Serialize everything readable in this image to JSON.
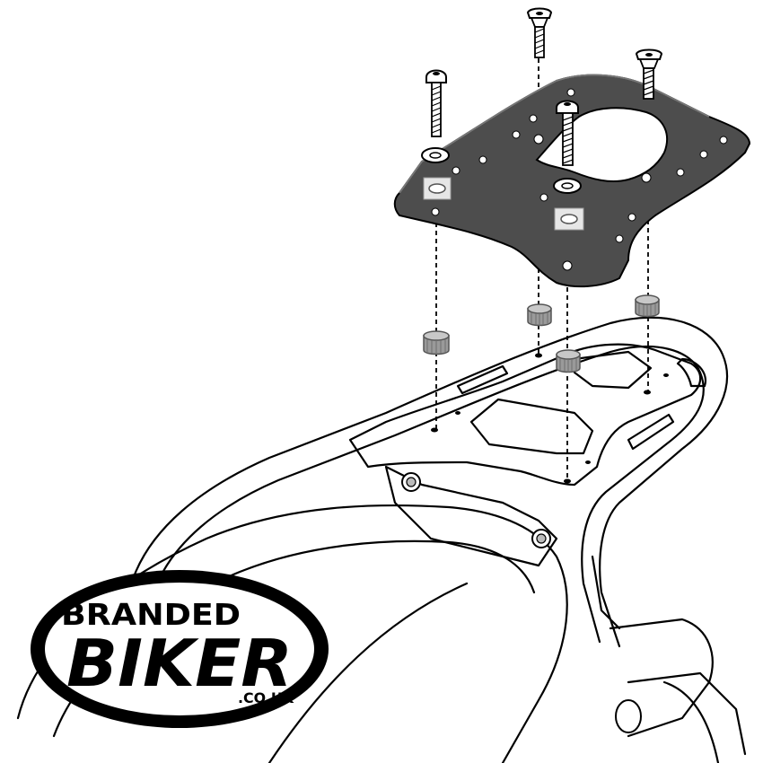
{
  "logo": {
    "line1": "BRANDED",
    "line2": "BIKER",
    "line3": ".CO.UK"
  },
  "colors": {
    "plate": "#4d4d4d",
    "outline": "#000000",
    "background": "#ffffff",
    "nut": "#9a9a9a",
    "highlight": "#e6e6e6"
  },
  "icons": {
    "bolt": "bolt-icon",
    "washer": "washer-icon",
    "nut": "nut-icon",
    "spacer": "spacer-icon"
  }
}
